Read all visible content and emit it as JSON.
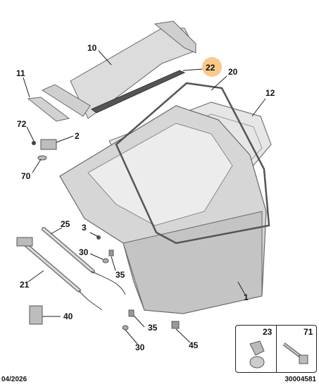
{
  "diagram": {
    "callouts": {
      "c10": "10",
      "c22": "22",
      "c20": "20",
      "c11": "11",
      "c12": "12",
      "c72": "72",
      "c2": "2",
      "c70": "70",
      "c25": "25",
      "c3": "3",
      "c30a": "30",
      "c35a": "35",
      "c21": "21",
      "c1": "1",
      "c40": "40",
      "c35b": "35",
      "c30b": "30",
      "c45": "45"
    },
    "inset": {
      "left_label": "23",
      "right_label": "71"
    },
    "footer": {
      "date": "04/2026",
      "reference": "30004581"
    },
    "colors": {
      "highlight": "#f9c98a",
      "part_fill": "#d9d9d9",
      "outline": "#555555",
      "line": "#222222"
    }
  }
}
